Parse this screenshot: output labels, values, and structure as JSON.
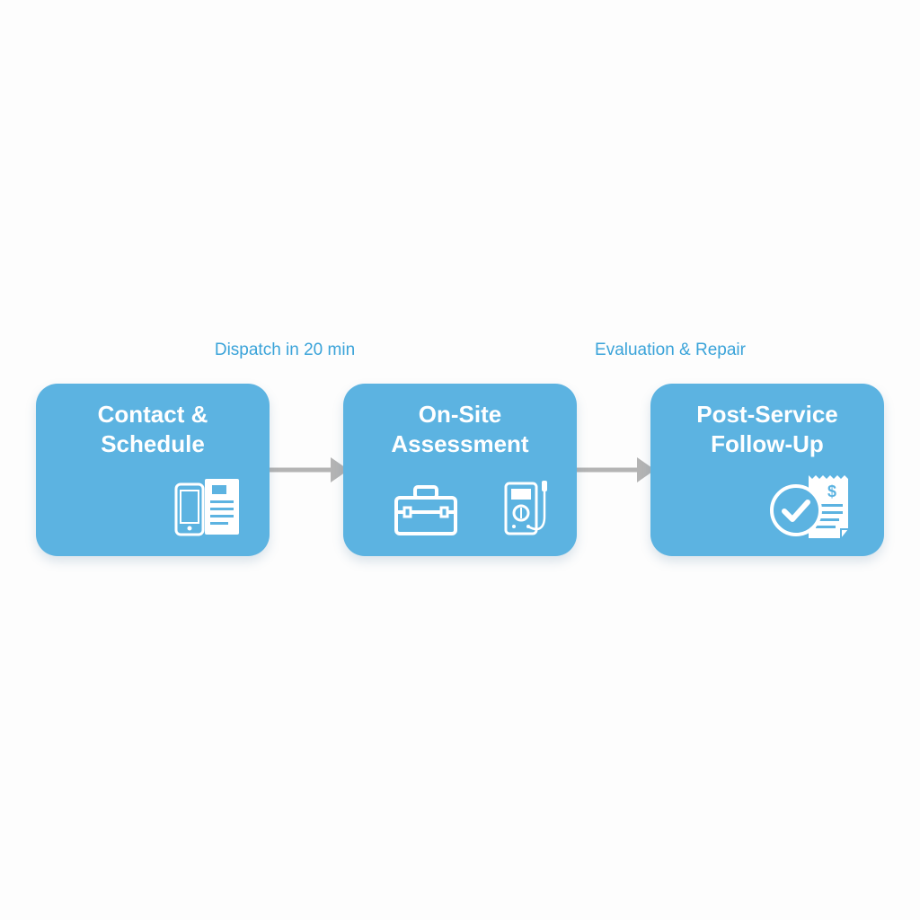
{
  "connectors": [
    {
      "label": "Dispatch in 20 min"
    },
    {
      "label": "Evaluation & Repair"
    }
  ],
  "steps": [
    {
      "title_line1": "Contact &",
      "title_line2": "Schedule",
      "icons": [
        "smartphone-icon",
        "document-icon"
      ]
    },
    {
      "title_line1": "On-Site",
      "title_line2": "Assessment",
      "icons": [
        "toolbox-icon",
        "multimeter-icon"
      ]
    },
    {
      "title_line1": "Post-Service",
      "title_line2": "Follow-Up",
      "icons": [
        "check-circle-icon",
        "receipt-icon"
      ]
    }
  ],
  "colors": {
    "card": "#5cb3e1",
    "label": "#3aa3d9",
    "arrow": "#b4b4b4",
    "background": "#fdfdfd"
  }
}
